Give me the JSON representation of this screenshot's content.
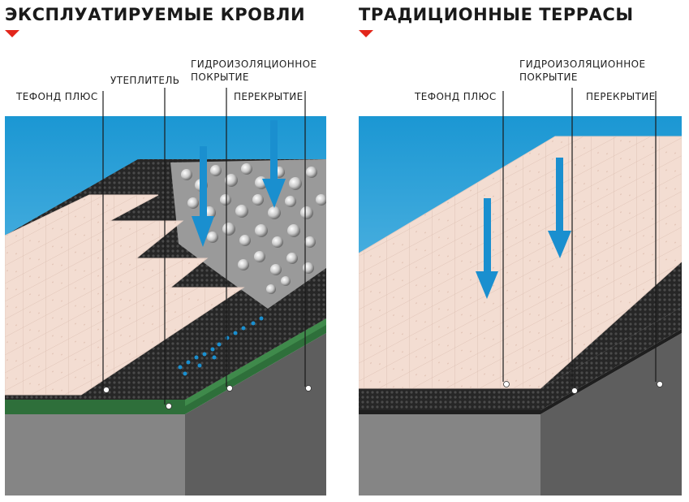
{
  "left": {
    "title": "ЭКСПЛУАТИРУЕМЫЕ КРОВЛИ",
    "labels": {
      "tefond": "ТЕФОНД ПЛЮС",
      "insulation": "УТЕПЛИТЕЛЬ",
      "waterproof_1": "ГИДРОИЗОЛЯЦИОННОЕ",
      "waterproof_2": "ПОКРЫТИЕ",
      "slab": "ПЕРЕКРЫТИЕ"
    }
  },
  "right": {
    "title": "ТРАДИЦИОННЫЕ ТЕРРАСЫ",
    "labels": {
      "tefond": "ТЕФОНД ПЛЮС",
      "waterproof_1": "ГИДРОИЗОЛЯЦИОННОЕ",
      "waterproof_2": "ПОКРЫТИЕ",
      "slab": "ПЕРЕКРЫТИЕ"
    }
  },
  "colors": {
    "accent": "#e2261b",
    "sky": "#1f9fd8",
    "tile": "#f3ddd2",
    "membrane": "#2b2b2b",
    "waterproof": "#2e6f3a",
    "concrete": "#808080",
    "arrow": "#1a8fcf"
  }
}
